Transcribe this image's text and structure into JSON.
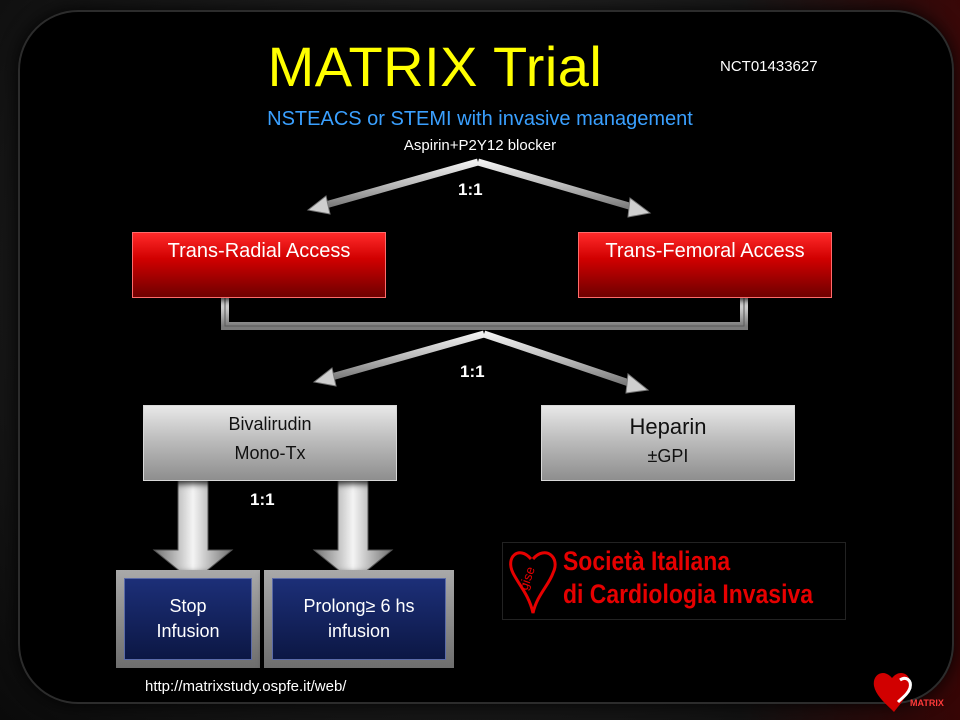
{
  "header": {
    "title": "MATRIX Trial",
    "nct": "NCT01433627",
    "subtitle": "NSTEACS or STEMI with invasive management",
    "aspirin": "Aspirin+P2Y12 blocker"
  },
  "randomization": {
    "ratio_access": "1:1",
    "ratio_anticoag": "1:1",
    "ratio_infusion": "1:1"
  },
  "access": {
    "radial": "Trans-Radial Access",
    "femoral": "Trans-Femoral Access"
  },
  "anticoagulation": {
    "bivalirudin_line1": "Bivalirudin",
    "bivalirudin_line2": "Mono-Tx",
    "heparin_line1": "Heparin",
    "heparin_line2": "±GPI"
  },
  "infusion": {
    "stop_line1": "Stop",
    "stop_line2": "Infusion",
    "prolong_line1": "Prolong≥ 6 hs",
    "prolong_line2": "infusion"
  },
  "sponsor": {
    "line1": "Società Italiana",
    "line2": "di Cardiologia Invasiva",
    "logo_text": "gise"
  },
  "footer": {
    "url": "http://matrixstudy.ospfe.it/web/",
    "logo_text": "MATRIX"
  },
  "colors": {
    "title": "#ffff00",
    "subtitle": "#3aa0ff",
    "access_box": "#d10000",
    "infusion_box": "#1c2f78",
    "sponsor_text": "#e60000"
  }
}
